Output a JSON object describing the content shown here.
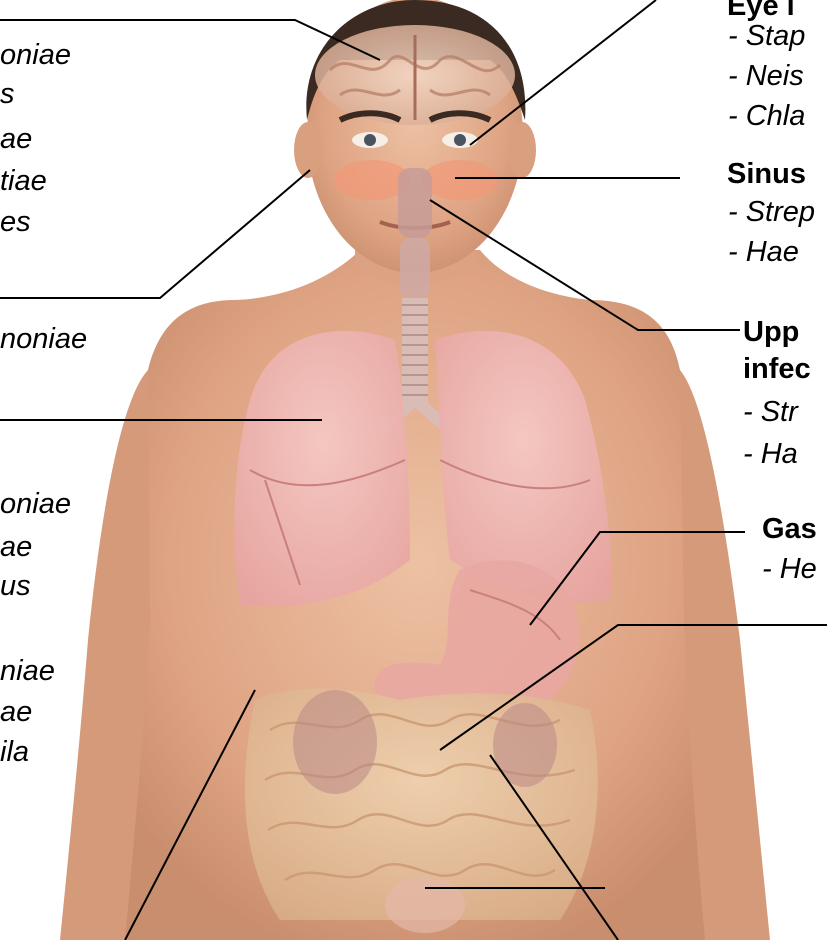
{
  "left_labels": [
    "oniae",
    "s",
    "ae",
    "tiae",
    "es",
    "noniae",
    "oniae",
    "ae",
    "us",
    "niae",
    "ae",
    "ila"
  ],
  "right_labels": {
    "eye_heading": "Eye i",
    "eye_items": [
      "- Stap",
      "- Neis",
      "- Chla"
    ],
    "sinus_heading": "Sinus",
    "sinus_items": [
      "- Strep",
      "- Hae"
    ],
    "upper_heading_1": "Upp",
    "upper_heading_2": "infec",
    "upper_items": [
      "- Str",
      "- Ha"
    ],
    "gastric_heading": "Gas",
    "gastric_items": [
      "- He"
    ]
  },
  "colors": {
    "skin": "#e3ae8e",
    "hair": "#3a2a22",
    "lungs": "#f2b8b8",
    "stomach": "#e8a7a2",
    "intestines": "#e4c3a2",
    "kidneys": "#b98886",
    "sinus": "#f09a78",
    "line": "#000000"
  },
  "icons": [
    "human-anatomy-figure"
  ]
}
